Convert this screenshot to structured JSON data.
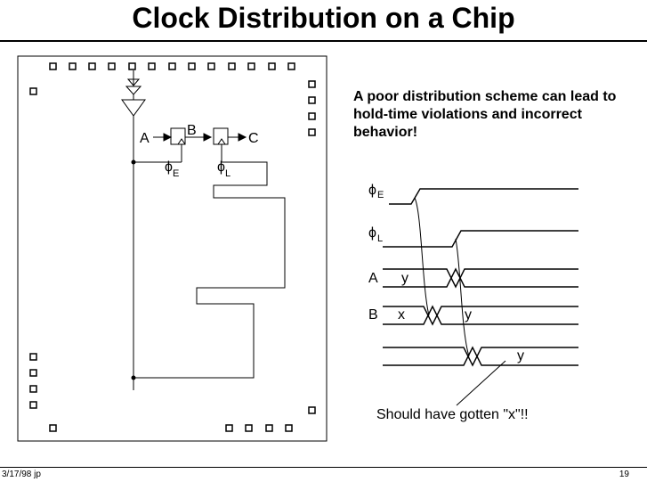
{
  "title": "Clock Distribution on a Chip",
  "caption": "A poor distribution scheme can lead to hold-time violations and incorrect behavior!",
  "circuit": {
    "input_label": "A",
    "middle_label": "B",
    "output_label": "C",
    "phi_symbol": "ϕ",
    "clock_early_sub": "E",
    "clock_late_sub": "L"
  },
  "timing": {
    "phi_symbol": "ϕ",
    "clock_early_sub": "E",
    "clock_late_sub": "L",
    "signal_a": "A",
    "signal_b": "B",
    "a_value": "y",
    "b_value_before": "x",
    "b_value_after": "y",
    "c_value": "y",
    "annotation": "Should have gotten \"x\"!!"
  },
  "footer": {
    "date": "3/17/98  jp",
    "page": "19"
  }
}
